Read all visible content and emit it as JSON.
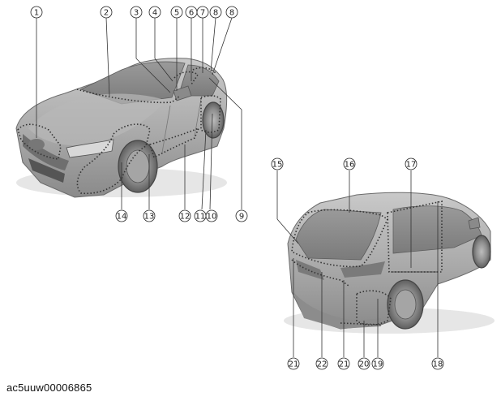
{
  "figure_id": "ac5uuw00006865",
  "front_view": {
    "callouts": [
      "1",
      "2",
      "3",
      "4",
      "5",
      "6",
      "7",
      "8",
      "8",
      "9",
      "10",
      "11",
      "12",
      "13",
      "14"
    ]
  },
  "rear_view": {
    "callouts": [
      "15",
      "16",
      "17",
      "18",
      "19",
      "20",
      "21",
      "22",
      "21"
    ]
  }
}
